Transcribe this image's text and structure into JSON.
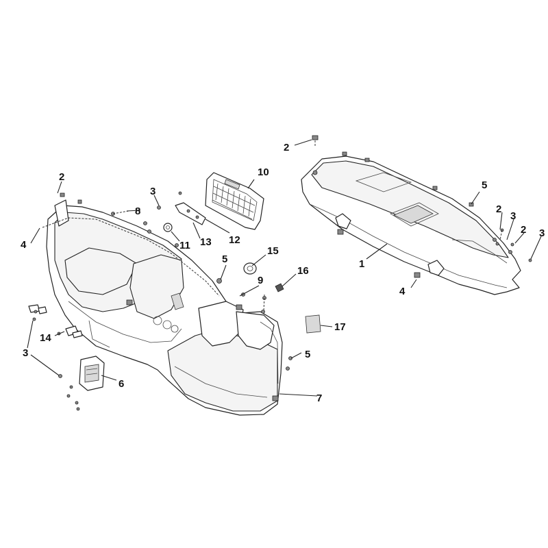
{
  "callouts": {
    "c1": "1",
    "c2a": "2",
    "c2b": "2",
    "c2c": "2",
    "c2d": "2",
    "c3a": "3",
    "c3b": "3",
    "c3c": "3",
    "c3d": "3",
    "c4a": "4",
    "c4b": "4",
    "c5a": "5",
    "c5b": "5",
    "c5c": "5",
    "c6": "6",
    "c7": "7",
    "c8": "8",
    "c9": "9",
    "c10": "10",
    "c11": "11",
    "c12": "12",
    "c13": "13",
    "c14": "14",
    "c15": "15",
    "c16": "16",
    "c17": "17"
  }
}
